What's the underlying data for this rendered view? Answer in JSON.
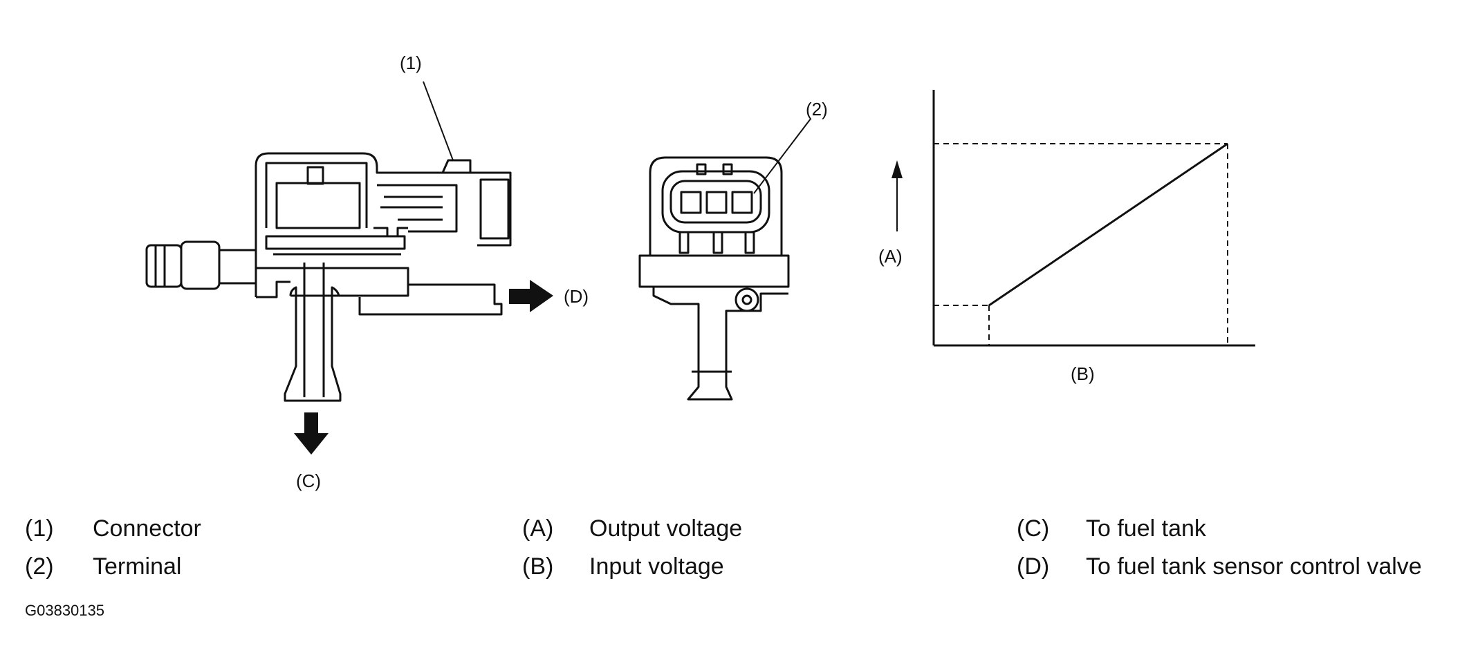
{
  "callouts": {
    "one": "(1)",
    "two": "(2)",
    "a": "(A)",
    "b": "(B)",
    "c": "(C)",
    "d": "(D)"
  },
  "legend": [
    {
      "code": "(1)",
      "text": "Connector"
    },
    {
      "code": "(2)",
      "text": "Terminal"
    },
    {
      "code": "(A)",
      "text": "Output voltage"
    },
    {
      "code": "(B)",
      "text": "Input voltage"
    },
    {
      "code": "(C)",
      "text": "To fuel tank"
    },
    {
      "code": "(D)",
      "text": "To fuel tank sensor control valve"
    }
  ],
  "figure_code": "G03830135",
  "chart_data": {
    "type": "line",
    "xlabel": "(B)",
    "ylabel": "(A)",
    "series": [
      {
        "x": [
          0.15,
          1.0
        ],
        "y": [
          0.15,
          1.0
        ]
      }
    ],
    "reference_lines": "dashed projections to both axes at the line's start and end points",
    "grid": false
  }
}
